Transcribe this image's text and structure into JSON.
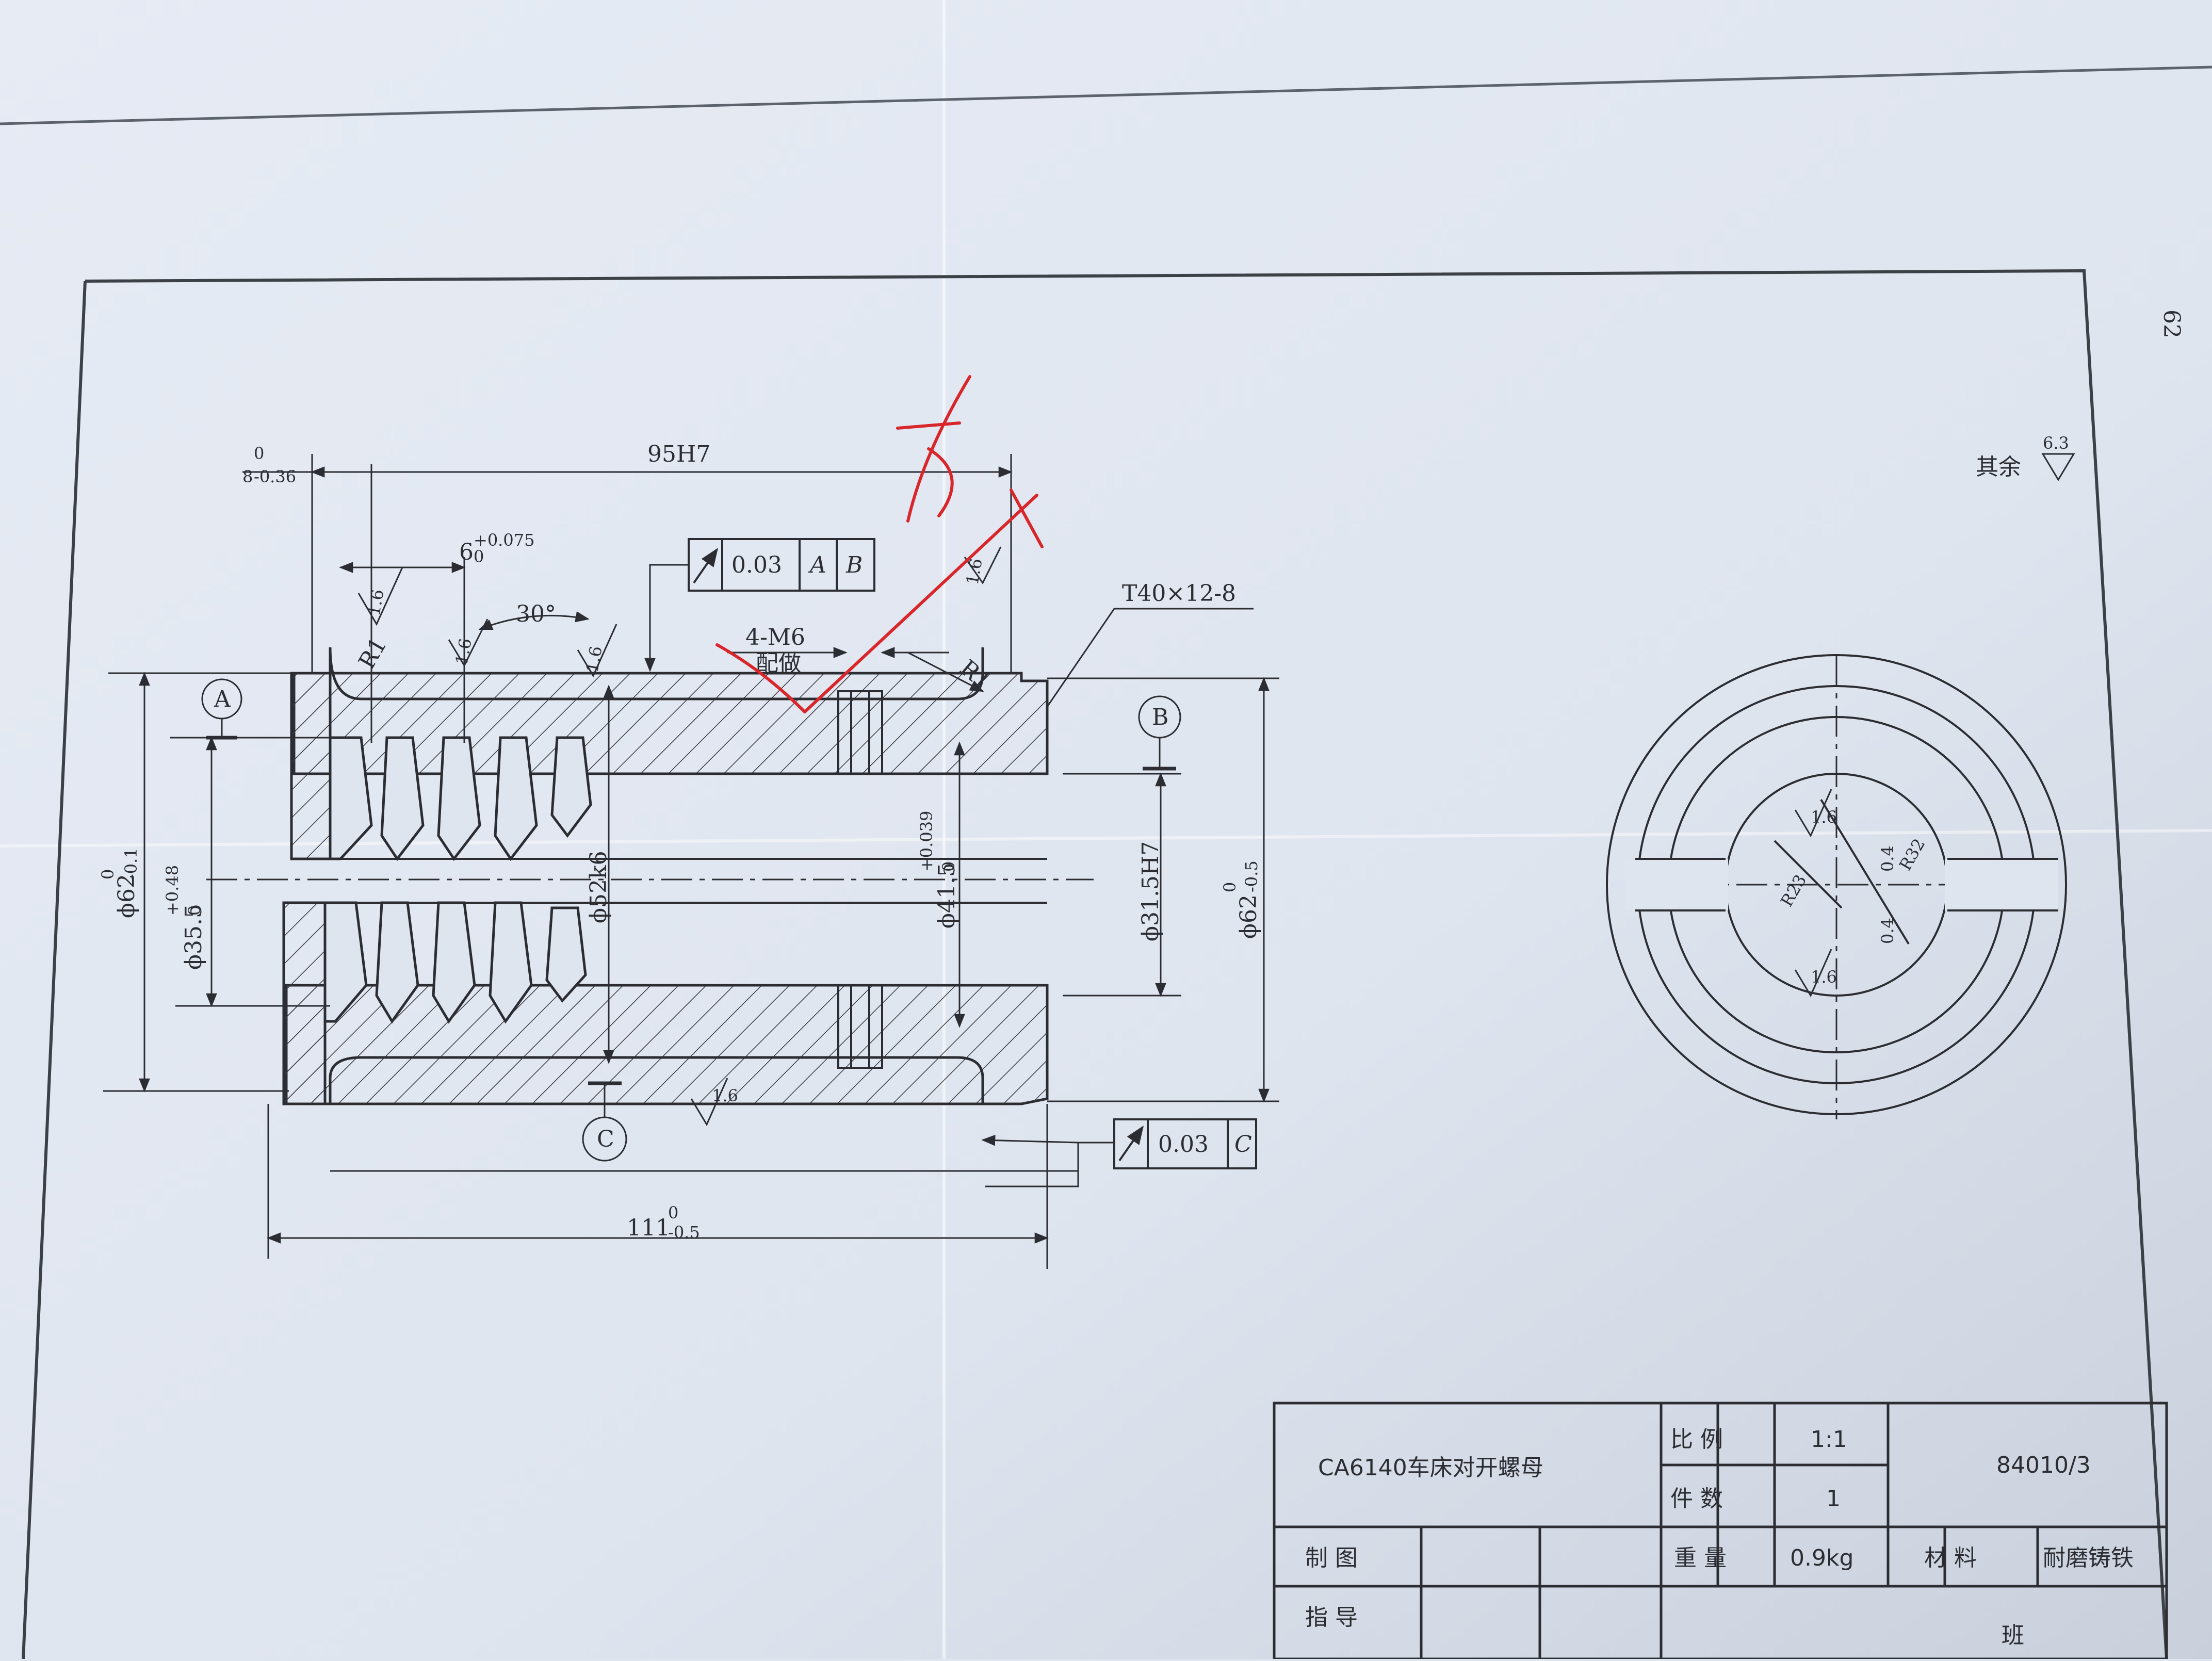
{
  "page_number": "62",
  "surface_finish_note": "其余",
  "surface_finish_note_value": "6.3",
  "dimensions": {
    "overall_width": "95H7",
    "left_offset": "8",
    "left_offset_tol_upper": "0",
    "left_offset_tol_lower": "-0.36",
    "groove_width": "6",
    "groove_width_tol_upper": "+0.075",
    "groove_width_tol_lower": "0",
    "thread_angle": "30°",
    "tapped_holes": "4-M6",
    "tapped_holes_note": "配做",
    "radius_left": "R1",
    "radius_right": "R1",
    "thread_spec": "T40×12-8",
    "outer_dia_left": "ϕ62",
    "outer_dia_left_tol_upper": "0",
    "outer_dia_left_tol_lower": "-0.1",
    "thread_dia": "ϕ35.5",
    "thread_dia_tol_upper": "+0.48",
    "thread_dia_tol_lower": "0",
    "shoulder_dia": "ϕ52k6",
    "inner_dia": "ϕ41.5",
    "inner_dia_tol_upper": "+0.039",
    "inner_dia_tol_lower": "0",
    "bore_dia": "ϕ31.5H7",
    "outer_dia_right": "ϕ62",
    "outer_dia_right_tol_upper": "0",
    "outer_dia_right_tol_lower": "-0.5",
    "overall_length": "111",
    "overall_length_tol_upper": "0",
    "overall_length_tol_lower": "-0.5",
    "section_radius": "R23",
    "section_radius_2": "R32",
    "section_gap": "0.4",
    "section_gap_2": "0.4"
  },
  "roughness": {
    "r1": "1.6",
    "r2": "1.6",
    "r3": "1.6",
    "r4": "1.6",
    "r5": "1.6",
    "r6": "1.6",
    "r7": "1.6"
  },
  "datums": {
    "a": "A",
    "b": "B",
    "c": "C"
  },
  "tolerance_frames": {
    "top": {
      "value": "0.03",
      "datum1": "A",
      "datum2": "B"
    },
    "bottom": {
      "value": "0.03",
      "datum1": "C"
    }
  },
  "annotation": {
    "text": "不对"
  },
  "title_block": {
    "title": "CA6140车床对开螺母",
    "scale_label": "比 例",
    "scale_value": "1:1",
    "count_label": "件 数",
    "count_value": "1",
    "drawing_no": "84010/3",
    "drawn_label": "制 图",
    "weight_label": "重 量",
    "weight_value": "0.9kg",
    "material_label": "材 料",
    "material_value": "耐磨铸铁",
    "guide_label": "指 导",
    "class_label": "班"
  },
  "colors": {
    "paper": "#dfe5ef",
    "ink": "#2b2d33",
    "annotation": "#d8262a"
  }
}
